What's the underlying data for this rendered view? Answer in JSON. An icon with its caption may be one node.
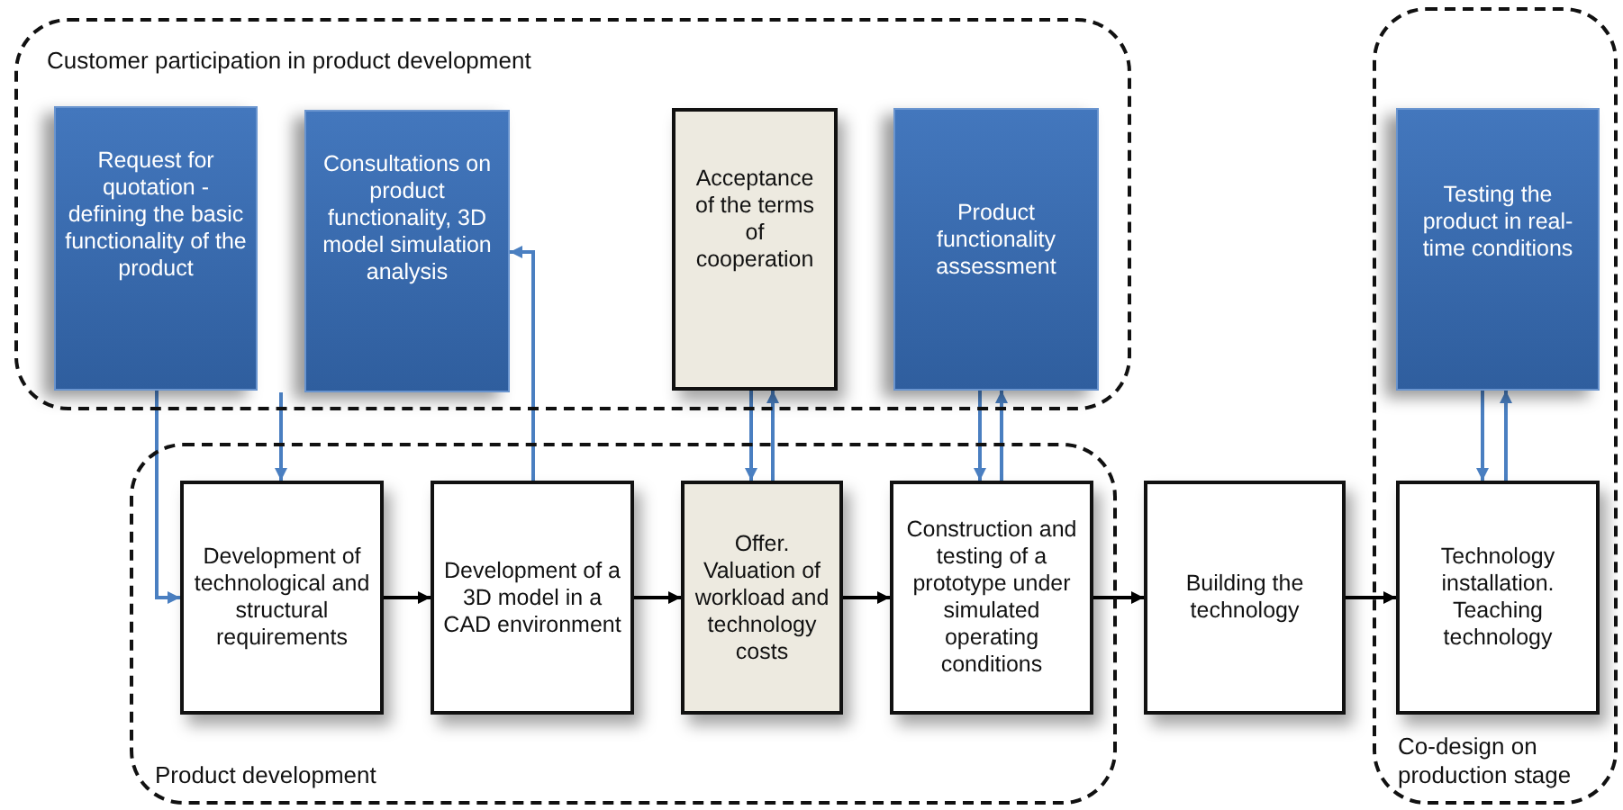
{
  "diagram": {
    "nodes": [
      {
        "text": [
          "Customer participation in product development"
        ]
      },
      {
        "text": [
          "Request for quotation - defining the basic functionality of the product"
        ],
        "in": 0
      },
      {
        "text": [
          "Consultations on product functionality, 3D model simulation analysis"
        ],
        "in": 0
      },
      {
        "text": [
          "Acceptance of the terms of cooperation"
        ],
        "in": 0
      },
      {
        "text": [
          "Product functionality assessment"
        ],
        "in": 0
      },
      {
        "text": [
          "Co-design on production stage"
        ]
      },
      {
        "text": [
          "Testing the product in real-time conditions"
        ],
        "in": 5
      },
      {
        "text": [
          "Product development"
        ]
      },
      {
        "text": [
          "Development of technological and structural requirements"
        ],
        "in": 7
      },
      {
        "text": [
          "Development of a 3D model in a CAD environment"
        ],
        "in": 7
      },
      {
        "text": [
          "Offer. Valuation of workload and technology costs"
        ],
        "in": 7
      },
      {
        "text": [
          "Construction and testing of a prototype under simulated operating conditions"
        ],
        "in": 7
      },
      {
        "text": [
          "Building the technology"
        ]
      },
      {
        "text": [
          "Technology installation. Teaching technology"
        ],
        "in": 5
      }
    ],
    "edges": [
      {
        "from": 1,
        "to": 8,
        "arrow": "to"
      },
      {
        "from": 2,
        "to": 8,
        "arrow": "to"
      },
      {
        "from": 9,
        "to": 2,
        "arrow": "to"
      },
      {
        "from": 3,
        "to": 10,
        "arrow": "to"
      },
      {
        "from": 10,
        "to": 3,
        "arrow": "to"
      },
      {
        "from": 4,
        "to": 11,
        "arrow": "to"
      },
      {
        "from": 11,
        "to": 4,
        "arrow": "to"
      },
      {
        "from": 6,
        "to": 13,
        "arrow": "to"
      },
      {
        "from": 13,
        "to": 6,
        "arrow": "to"
      },
      {
        "from": 8,
        "to": 9,
        "arrow": "to",
        "color": "#000000"
      },
      {
        "from": 9,
        "to": 10,
        "arrow": "to",
        "color": "#000000"
      },
      {
        "from": 10,
        "to": 11,
        "arrow": "to",
        "color": "#000000"
      },
      {
        "from": 11,
        "to": 12,
        "arrow": "to",
        "color": "#000000"
      },
      {
        "from": 12,
        "to": 13,
        "arrow": "to",
        "color": "#000000"
      }
    ]
  }
}
